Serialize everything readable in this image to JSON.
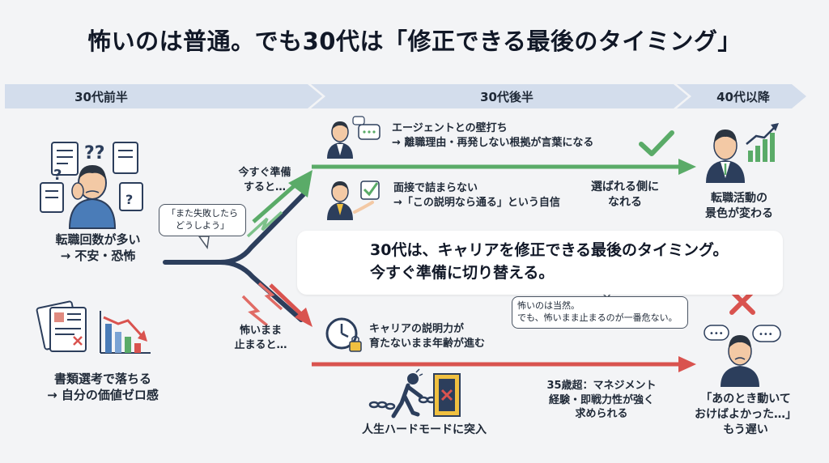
{
  "title": "怖いのは普通。でも30代は「修正できる最後のタイミング」",
  "timeline": {
    "early30s": "30代前半",
    "late30s": "30代後半",
    "after40": "40代以降"
  },
  "left": {
    "top_caption_1": "転職回数が多い",
    "top_caption_2": "→ 不安・恐怖",
    "bubble_1": "「また失敗したら",
    "bubble_2": "どうしよう」",
    "bottom_caption_1": "書類選考で落ちる",
    "bottom_caption_2": "→ 自分の価値ゼロ感"
  },
  "upper_path": {
    "branch_1": "今すぐ準備",
    "branch_2": "すると…",
    "item1_1": "エージェントとの壁打ち",
    "item1_2": "→ 離職理由・再発しない根拠が言葉になる",
    "item2_1": "面接で詰まらない",
    "item2_2": "→「この説明なら通る」という自信",
    "chosen_1": "選ばれる側に",
    "chosen_2": "なれる",
    "result_1": "転職活動の",
    "result_2": "景色が変わる"
  },
  "callout": {
    "line1": "30代は、キャリアを修正できる最後のタイミング。",
    "line2": "今すぐ準備に切り替える。"
  },
  "lower_path": {
    "branch_1": "怖いまま",
    "branch_2": "止まると…",
    "bubble_1": "怖いのは当然。",
    "bubble_2": "でも、怖いまま止まるのが一番危ない。",
    "item1_1": "キャリアの説明力が",
    "item1_2": "育たないまま年齢が進む",
    "hard_mode": "人生ハードモードに突入",
    "age35_1": "35歳超：マネジメント",
    "age35_2": "経験・即戦力性が強く",
    "age35_3": "求められる",
    "regret_1": "「あのとき動いて",
    "regret_2": "おけばよかった…」",
    "regret_3": "もう遅い"
  },
  "colors": {
    "timeline_band": "#d3ddec",
    "green": "#5aab68",
    "red": "#d9534f",
    "navy": "#2c3e5c",
    "skin": "#f3c9a5",
    "hair": "#2b3440"
  },
  "icons": [
    "documents-icon",
    "question-mark-icon",
    "worried-person-icon",
    "rejected-resume-icon",
    "falling-chart-icon",
    "advisor-chat-icon",
    "interview-check-icon",
    "checkmark-icon",
    "businessman-growth-icon",
    "clock-icon",
    "clock-lock-icon",
    "chained-person-icon",
    "locked-door-icon",
    "cross-icon",
    "regretful-person-icon"
  ]
}
